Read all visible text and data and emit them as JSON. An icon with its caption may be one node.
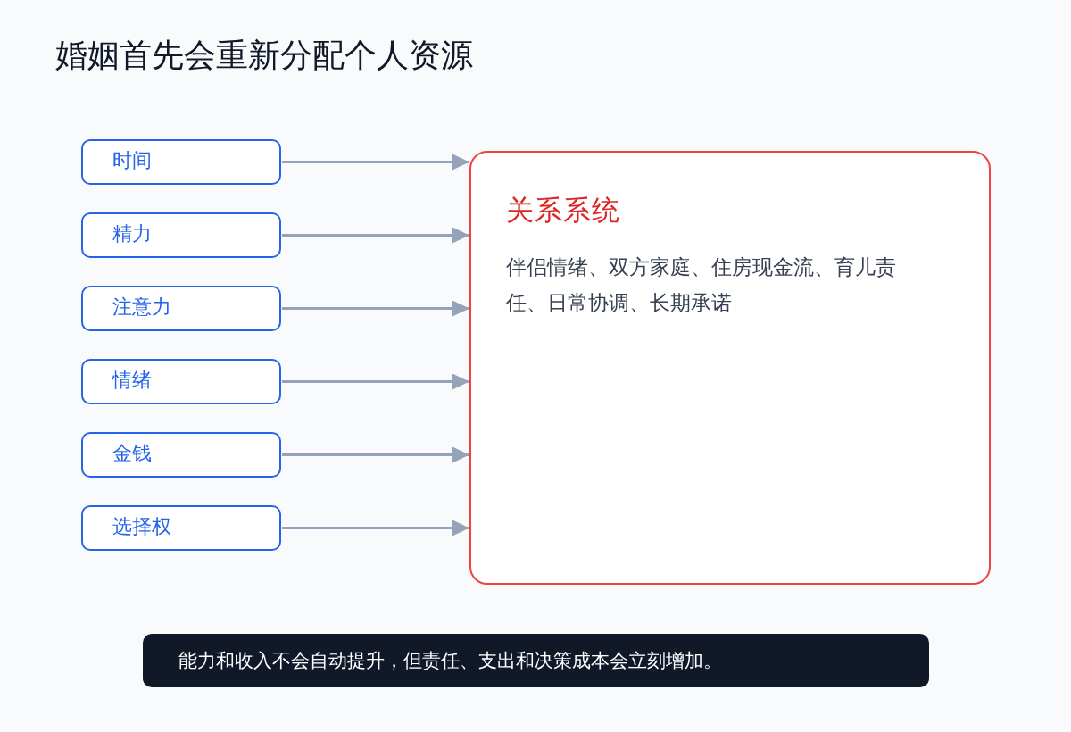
{
  "diagram": {
    "title": "婚姻首先会重新分配个人资源",
    "nodes": [
      {
        "text": [
          "时间"
        ]
      },
      {
        "text": [
          "精力"
        ]
      },
      {
        "text": [
          "注意力"
        ]
      },
      {
        "text": [
          "情绪"
        ]
      },
      {
        "text": [
          "金钱"
        ]
      },
      {
        "text": [
          "选择权"
        ]
      },
      {
        "text": [
          "关系系统",
          "伴侣情绪、双方家庭、住房现金流、育儿责任、日常协调、长期承诺"
        ]
      },
      {
        "text": [
          "能力和收入不会自动提升，但责任、支出和决策成本会立刻增加。"
        ]
      }
    ],
    "edges": [
      {
        "from": 0,
        "to": 6,
        "arrow": "to"
      },
      {
        "from": 1,
        "to": 6,
        "arrow": "to"
      },
      {
        "from": 2,
        "to": 6,
        "arrow": "to"
      },
      {
        "from": 3,
        "to": 6,
        "arrow": "to"
      },
      {
        "from": 4,
        "to": 6,
        "arrow": "to"
      },
      {
        "from": 5,
        "to": 6,
        "arrow": "to"
      }
    ]
  }
}
